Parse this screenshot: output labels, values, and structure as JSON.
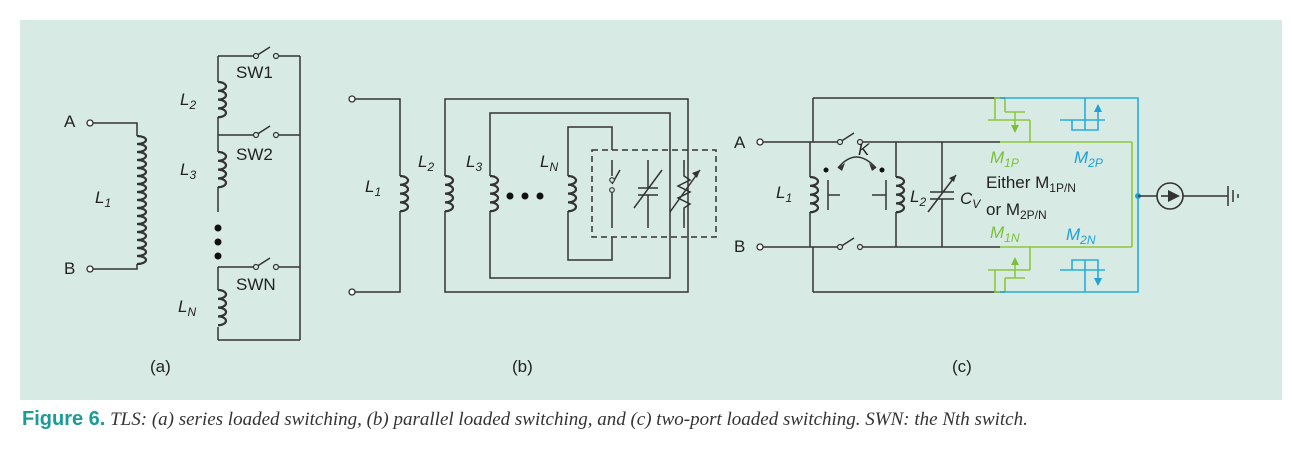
{
  "figure": {
    "caption_label": "Figure 6.",
    "caption_text": "TLS: (a) series loaded switching, (b) parallel loaded switching, and (c) two-port loaded switching. SWN: the Nth switch."
  },
  "panel_a": {
    "sublabel": "(a)",
    "terminal_a": "A",
    "terminal_b": "B",
    "inductor_main": "L",
    "inductor_main_sub": "1",
    "inductor_2": "L",
    "inductor_2_sub": "2",
    "inductor_3": "L",
    "inductor_3_sub": "3",
    "inductor_n": "L",
    "inductor_n_sub": "N",
    "switch_1": "SW1",
    "switch_2": "SW2",
    "switch_n": "SWN"
  },
  "panel_b": {
    "sublabel": "(b)",
    "inductor_1": "L",
    "inductor_1_sub": "1",
    "inductor_2": "L",
    "inductor_2_sub": "2",
    "inductor_3": "L",
    "inductor_3_sub": "3",
    "inductor_n": "L",
    "inductor_n_sub": "N"
  },
  "panel_c": {
    "sublabel": "(c)",
    "terminal_a": "A",
    "terminal_b": "B",
    "inductor_1": "L",
    "inductor_1_sub": "1",
    "inductor_2": "L",
    "inductor_2_sub": "2",
    "coupling": "K",
    "capacitor": "C",
    "capacitor_sub": "V",
    "m1p": "M",
    "m1p_sub": "1P",
    "m2p": "M",
    "m2p_sub": "2P",
    "m1n": "M",
    "m1n_sub": "1N",
    "m2n": "M",
    "m2n_sub": "2N",
    "either_line": "Either M",
    "either_sub": "1P/N",
    "or_line": "or M",
    "or_sub": "2P/N"
  },
  "colors": {
    "background": "#d8eae4",
    "green": "#8dc63f",
    "blue": "#29abe2",
    "caption_accent": "#1a9c96"
  }
}
